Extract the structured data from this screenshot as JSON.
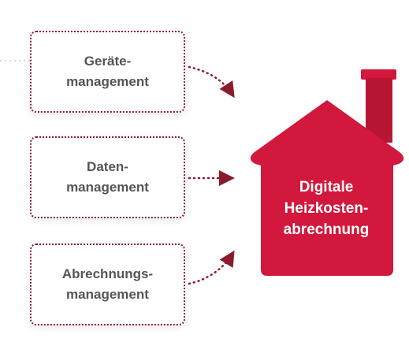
{
  "modules": [
    {
      "label": "Geräte-\nmanagement"
    },
    {
      "label": "Daten-\nmanagement"
    },
    {
      "label": "Abrechnungs-\nmanagement"
    }
  ],
  "house": {
    "label": "Digitale\nHeizkosten-\nabrechnung",
    "color": "#d2183c",
    "chimney_color": "#b81534"
  },
  "colors": {
    "border": "#8a1c2e",
    "text": "#555555",
    "arrow": "#8a1c2e"
  }
}
